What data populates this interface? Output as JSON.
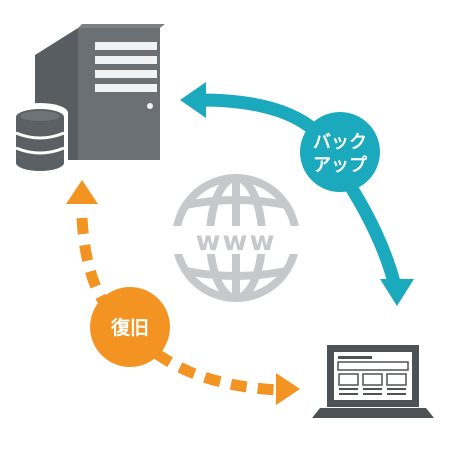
{
  "labels": {
    "backup_line1": "バック",
    "backup_line2": "アップ",
    "restore": "復旧",
    "www": "www"
  },
  "colors": {
    "server_dark": "#555a5e",
    "server_mid": "#6b7075",
    "server_light": "#f2f2f2",
    "backup_teal": "#1aa9bd",
    "restore_orange": "#f29322",
    "globe_gray": "#c6c8ca",
    "laptop_dark": "#4d5256"
  },
  "icons": {
    "server": "server-icon",
    "database": "database-icon",
    "globe": "globe-www-icon",
    "laptop": "laptop-icon"
  }
}
